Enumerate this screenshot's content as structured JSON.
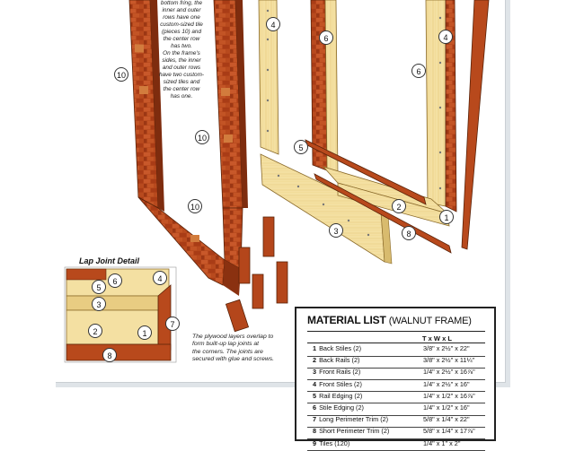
{
  "notes": {
    "top_note": [
      "bottom fring, the",
      "inner and outer",
      "rows have one",
      "custom-sized tile",
      "(pieces 10) and",
      "the center row",
      "has two.",
      "On the frame's",
      "sides, the inner",
      "and outer rows",
      "have two custom-",
      "sized tiles and",
      "the center row",
      "has one."
    ],
    "plywood_note": [
      "The plywood layers overlap to",
      "form built-up lap joints at",
      "the corners. The joints are",
      "secured with glue and screws."
    ]
  },
  "lap_joint": {
    "title": "Lap Joint Detail"
  },
  "callouts": {
    "c10a": "10",
    "c10b": "10",
    "c10c": "10",
    "c4a": "4",
    "c4b": "4",
    "c6a": "6",
    "c6b": "6",
    "c5": "5",
    "c3": "3",
    "c2": "2",
    "c1": "1",
    "c8": "8",
    "d6": "6",
    "d5": "5",
    "d4": "4",
    "d3": "3",
    "d7": "7",
    "d2": "2",
    "d1": "1",
    "d8": "8"
  },
  "material_list": {
    "title": "MATERIAL LIST",
    "subtitle": "(WALNUT FRAME)",
    "header": "T x W x L",
    "rows": [
      {
        "num": "1",
        "name": "Back Stiles (2)",
        "dim": "3/8\" x 2½\" x 22\""
      },
      {
        "num": "2",
        "name": "Back Rails (2)",
        "dim": "3/8\" x 2½\" x 11¼\""
      },
      {
        "num": "3",
        "name": "Front Rails (2)",
        "dim": "1/4\" x 2½\" x 16⅞\""
      },
      {
        "num": "4",
        "name": "Front Stiles (2)",
        "dim": "1/4\" x 2½\" x 16\""
      },
      {
        "num": "5",
        "name": "Rail Edging (2)",
        "dim": "1/4\" x 1/2\" x 16⅞\""
      },
      {
        "num": "6",
        "name": "Stile Edging (2)",
        "dim": "1/4\" x 1/2\" x 16\""
      },
      {
        "num": "7",
        "name": "Long Perimeter Trim (2)",
        "dim": "5/8\" x 1/4\" x 22\""
      },
      {
        "num": "8",
        "name": "Short Perimeter Trim (2)",
        "dim": "5/8\" x 1/4\" x 17⅞\""
      },
      {
        "num": "9",
        "name": "Tiles (120)",
        "dim": "1/4\" x 1\" x 2\""
      }
    ]
  },
  "colors": {
    "wood_light": "#f2dc9c",
    "walnut": "#b8491c",
    "brick": "#a43a18",
    "edge": "#5a2208"
  }
}
